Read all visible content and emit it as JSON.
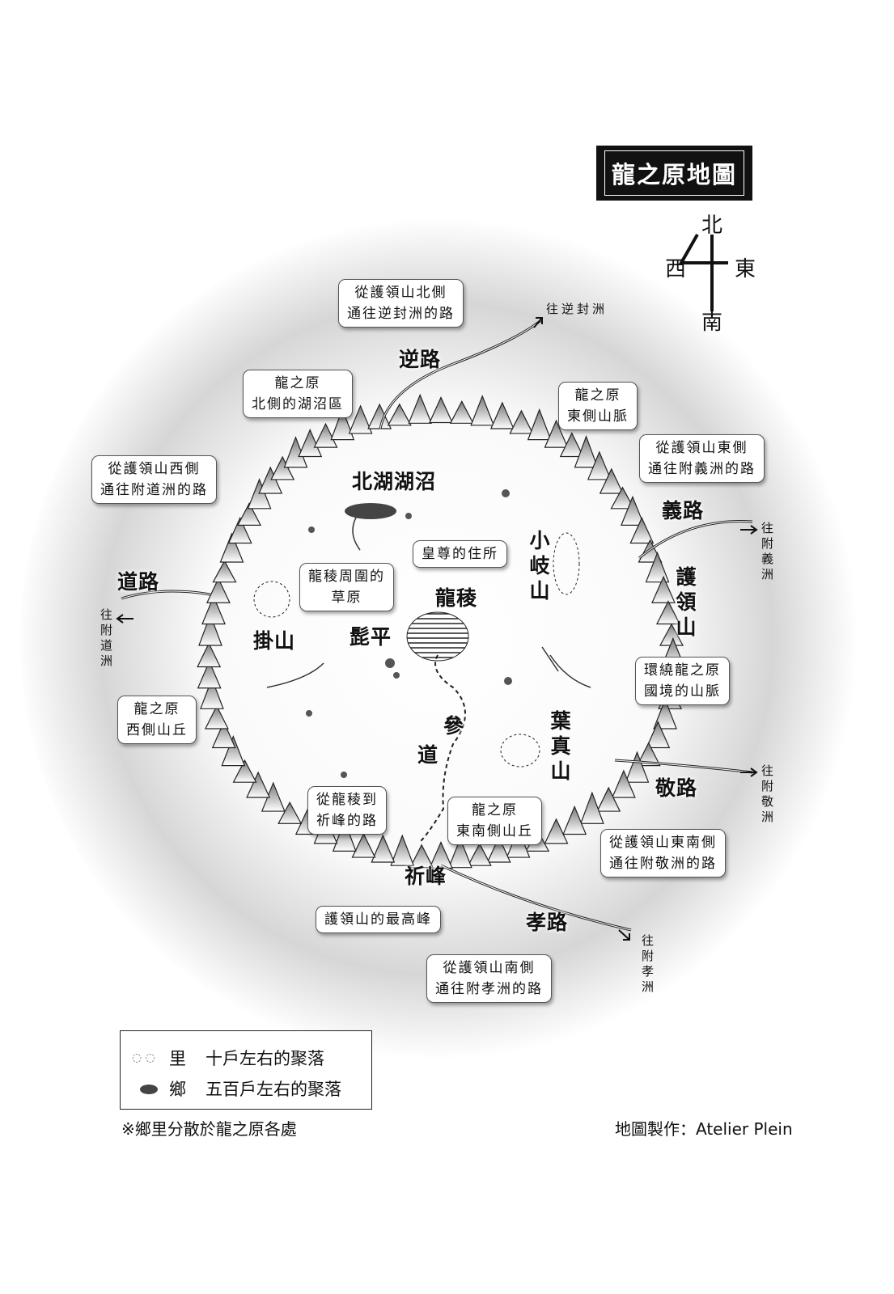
{
  "title": "龍之原地圖",
  "compass": {
    "north": "北",
    "west": "西",
    "east": "東",
    "south": "南"
  },
  "callouts": [
    {
      "id": "north-road-note",
      "lines": [
        "從護領山北側",
        "通往逆封洲的路"
      ]
    },
    {
      "id": "north-lake-note",
      "lines": [
        "龍之原",
        "北側的湖沼區"
      ]
    },
    {
      "id": "west-road-note",
      "lines": [
        "從護領山西側",
        "通往附道洲的路"
      ]
    },
    {
      "id": "east-mountains-note",
      "lines": [
        "龍之原",
        "東側山脈"
      ]
    },
    {
      "id": "east-road-note",
      "lines": [
        "從護領山東側",
        "通往附義洲的路"
      ]
    },
    {
      "id": "emperor-residence-note",
      "lines": [
        "皇尊的住所"
      ]
    },
    {
      "id": "grassland-note",
      "lines": [
        "龍稜周圍的",
        "草原"
      ]
    },
    {
      "id": "border-mountains-note",
      "lines": [
        "環繞龍之原",
        "國境的山脈"
      ]
    },
    {
      "id": "west-hills-note",
      "lines": [
        "龍之原",
        "西側山丘"
      ]
    },
    {
      "id": "pilgrim-road-note",
      "lines": [
        "從龍稜到",
        "祈峰的路"
      ]
    },
    {
      "id": "southeast-hills-note",
      "lines": [
        "龍之原",
        "東南側山丘"
      ]
    },
    {
      "id": "southeast-road-note",
      "lines": [
        "從護領山東南側",
        "通往附敬洲的路"
      ]
    },
    {
      "id": "highest-peak-note",
      "lines": [
        "護領山的最高峰"
      ]
    },
    {
      "id": "south-road-note",
      "lines": [
        "從護領山南側",
        "通往附孝洲的路"
      ]
    }
  ],
  "places": {
    "nilu": "逆路",
    "north_lake": "北湖湖沼",
    "daolu": "道路",
    "kakeyama": "掛山",
    "hige": "髭平",
    "ryuryo": "龍稜",
    "kogiyama": "小岐山",
    "yilu": "義路",
    "goryozan": "護領山",
    "hamayama": "葉真山",
    "sando_1": "參",
    "sando_2": "道",
    "jinglu": "敬路",
    "kiho": "祈峰",
    "xiaolu": "孝路"
  },
  "destinations": {
    "nifeng": "往逆封洲",
    "fuyi": "往附義洲",
    "fudao": "往附道洲",
    "fujing": "往附敬洲",
    "fuxiao": "往附孝洲"
  },
  "legend": {
    "items": [
      {
        "symbol": "里",
        "desc": "十戶左右的聚落"
      },
      {
        "symbol": "鄉",
        "desc": "五百戶左右的聚落"
      }
    ]
  },
  "footnote": "※鄉里分散於龍之原各處",
  "credit": "地圖製作：Atelier Plein"
}
